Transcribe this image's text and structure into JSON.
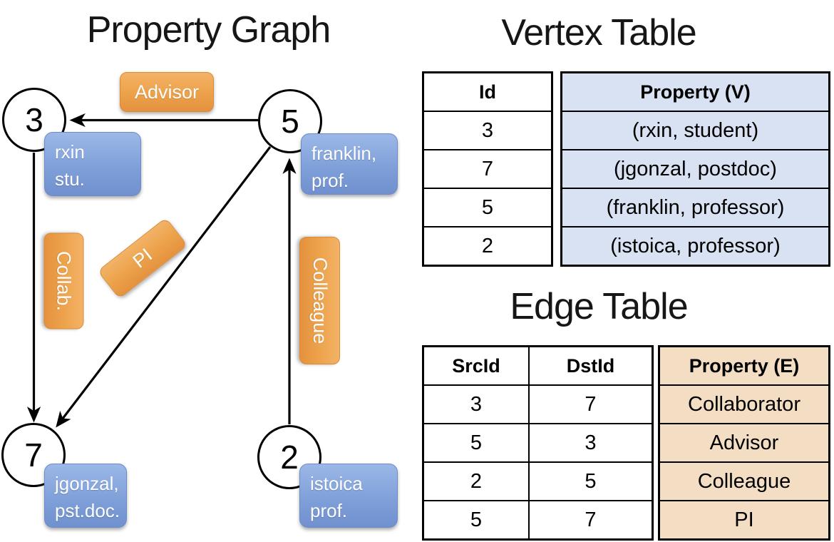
{
  "graph": {
    "title": "Property Graph",
    "nodes": [
      {
        "id": "3",
        "property_lines": [
          "rxin",
          "stu."
        ]
      },
      {
        "id": "5",
        "property_lines": [
          "franklin,",
          "prof."
        ]
      },
      {
        "id": "7",
        "property_lines": [
          "jgonzal,",
          "pst.doc."
        ]
      },
      {
        "id": "2",
        "property_lines": [
          "istoica",
          "prof."
        ]
      }
    ],
    "edges": [
      {
        "from": "5",
        "to": "3",
        "label": "Advisor"
      },
      {
        "from": "3",
        "to": "7",
        "label": "Collab."
      },
      {
        "from": "5",
        "to": "7",
        "label": "PI"
      },
      {
        "from": "2",
        "to": "5",
        "label": "Colleague"
      }
    ]
  },
  "vertex_table": {
    "title": "Vertex Table",
    "columns": {
      "id": "Id",
      "property": "Property (V)"
    },
    "rows": [
      {
        "id": "3",
        "property": "(rxin, student)"
      },
      {
        "id": "7",
        "property": "(jgonzal, postdoc)"
      },
      {
        "id": "5",
        "property": "(franklin, professor)"
      },
      {
        "id": "2",
        "property": "(istoica, professor)"
      }
    ]
  },
  "edge_table": {
    "title": "Edge Table",
    "columns": {
      "src": "SrcId",
      "dst": "DstId",
      "property": "Property (E)"
    },
    "rows": [
      {
        "src": "3",
        "dst": "7",
        "property": "Collaborator"
      },
      {
        "src": "5",
        "dst": "3",
        "property": "Advisor"
      },
      {
        "src": "2",
        "dst": "5",
        "property": "Colleague"
      },
      {
        "src": "5",
        "dst": "7",
        "property": "PI"
      }
    ]
  },
  "colors": {
    "edge_label_orange": "#EDA34C",
    "vertex_label_blue": "#7FA0D9",
    "vertex_property_cell_blue": "#D8E2F3",
    "edge_property_cell_tan": "#F4DEC3",
    "line_black": "#000000"
  }
}
